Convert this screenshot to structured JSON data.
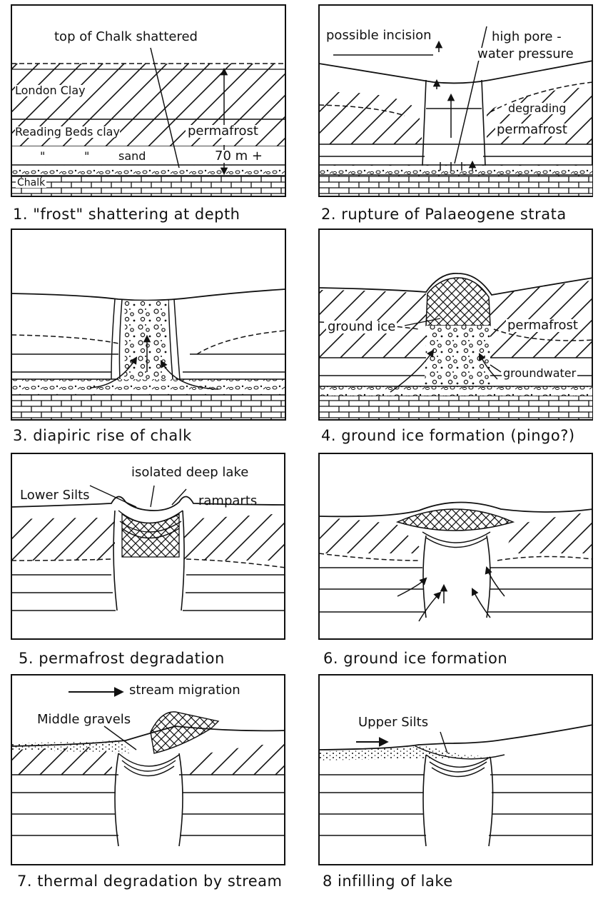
{
  "panels": [
    {
      "caption": "1. \"frost\" shattering at depth",
      "labels": {
        "top_of_chalk": "top of Chalk shattered",
        "london_clay": "London Clay",
        "reading_beds": "Reading Beds clay",
        "ditto1": "\"",
        "ditto2": "\"",
        "sand": "sand",
        "permafrost": "permafrost",
        "depth": "70 m +",
        "chalk": "Chalk"
      }
    },
    {
      "caption": "2. rupture of Palaeogene strata",
      "labels": {
        "possible_incision": "possible incision",
        "high_pore": "high pore -",
        "water_pressure": "water pressure",
        "degrading": "degrading",
        "permafrost": "permafrost"
      }
    },
    {
      "caption": "3. diapiric rise of chalk",
      "labels": {}
    },
    {
      "caption": "4. ground ice formation (pingo?)",
      "labels": {
        "ground_ice": "ground ice",
        "permafrost": "permafrost",
        "groundwater": "groundwater"
      }
    },
    {
      "caption": "5. permafrost degradation",
      "labels": {
        "isolated_lake": "isolated deep lake",
        "lower_silts": "Lower Silts",
        "ramparts": "ramparts"
      }
    },
    {
      "caption": "6. ground ice formation",
      "labels": {}
    },
    {
      "caption": "7. thermal degradation by stream",
      "labels": {
        "stream_migration": "stream migration",
        "middle_gravels": "Middle gravels"
      }
    },
    {
      "caption": "8 infilling of lake",
      "labels": {
        "upper_silts": "Upper Silts"
      }
    }
  ]
}
